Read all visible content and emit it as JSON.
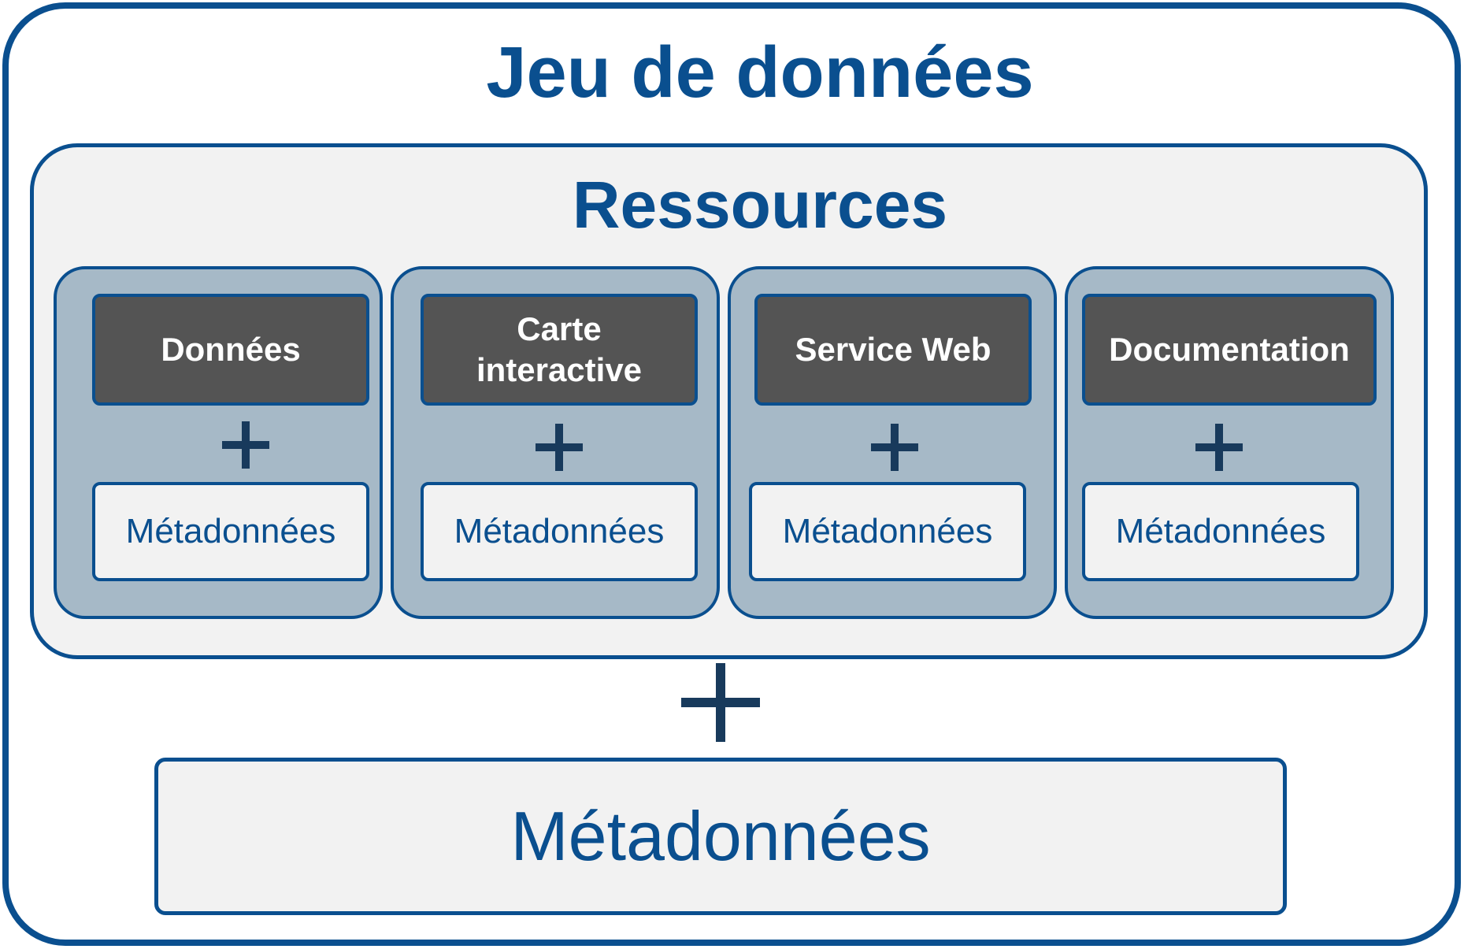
{
  "dataset": {
    "title": "Jeu de données",
    "plus_icon": "plus-icon",
    "metadata_label": "Métadonnées"
  },
  "resources": {
    "title": "Ressources",
    "items": [
      {
        "label": "Données",
        "metadata_label": "Métadonnées"
      },
      {
        "label": "Carte interactive",
        "metadata_label": "Métadonnées"
      },
      {
        "label": "Service Web",
        "metadata_label": "Métadonnées"
      },
      {
        "label": "Documentation",
        "metadata_label": "Métadonnées"
      }
    ]
  },
  "colors": {
    "border_blue": "#0a4f8f",
    "resource_box": "#545454",
    "column_fill": "#a6b9c7",
    "panel_fill": "#f2f2f2",
    "plus_color": "#183a5c"
  }
}
